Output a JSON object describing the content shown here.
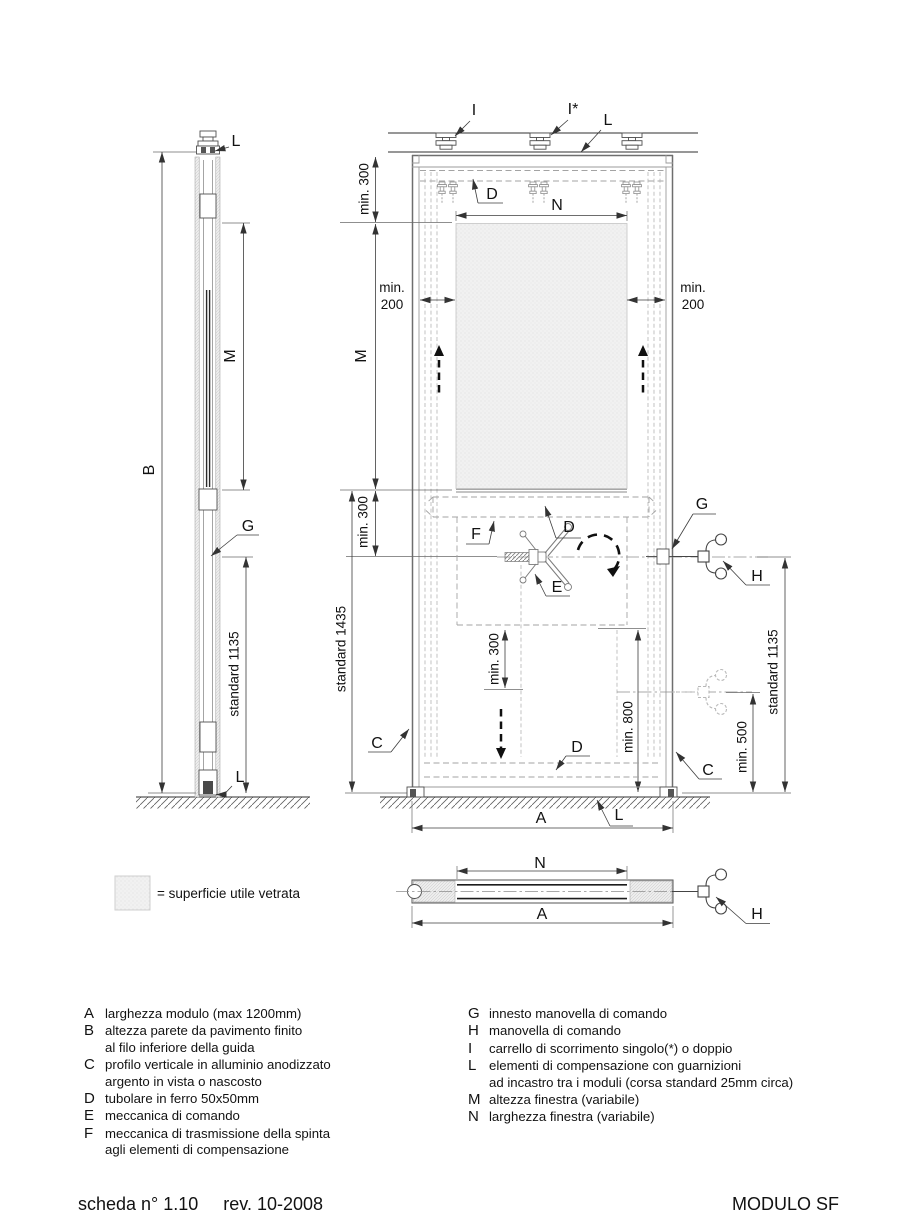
{
  "doc": {
    "sheet": "scheda n° 1.10",
    "rev": "rev. 10-2008",
    "product": "MODULO SF"
  },
  "glass_legend": "= superficie utile vetrata",
  "dim": {
    "min300": "min. 300",
    "min200a": "min.",
    "min200b": "200",
    "min800": "min. 800",
    "min500": "min. 500",
    "std1435": "standard 1435",
    "std1135": "standard 1135"
  },
  "letter": {
    "A": "A",
    "B": "B",
    "C": "C",
    "D": "D",
    "E": "E",
    "F": "F",
    "G": "G",
    "H": "H",
    "I": "I",
    "Istar": "I*",
    "L": "L",
    "M": "M",
    "N": "N"
  },
  "legend": {
    "left": [
      {
        "key": "A",
        "lines": [
          "larghezza modulo (max 1200mm)"
        ]
      },
      {
        "key": "B",
        "lines": [
          "altezza parete da pavimento finito",
          "al filo inferiore della guida"
        ]
      },
      {
        "key": "C",
        "lines": [
          "profilo verticale in alluminio anodizzato",
          "argento in vista o nascosto"
        ]
      },
      {
        "key": "D",
        "lines": [
          "tubolare in ferro 50x50mm"
        ]
      },
      {
        "key": "E",
        "lines": [
          "meccanica di comando"
        ]
      },
      {
        "key": "F",
        "lines": [
          "meccanica di trasmissione della spinta",
          "agli elementi di compensazione"
        ]
      }
    ],
    "right": [
      {
        "key": "G",
        "lines": [
          "innesto manovella di comando"
        ]
      },
      {
        "key": "H",
        "lines": [
          "manovella di comando"
        ]
      },
      {
        "key": "I",
        "lines": [
          "carrello di scorrimento singolo(*) o doppio"
        ]
      },
      {
        "key": "L",
        "lines": [
          "elementi di compensazione con guarnizioni",
          "ad incastro tra i moduli (corsa standard 25mm circa)"
        ]
      },
      {
        "key": "M",
        "lines": [
          "altezza finestra (variabile)"
        ]
      },
      {
        "key": "N",
        "lines": [
          "larghezza finestra (variabile)"
        ]
      }
    ]
  }
}
